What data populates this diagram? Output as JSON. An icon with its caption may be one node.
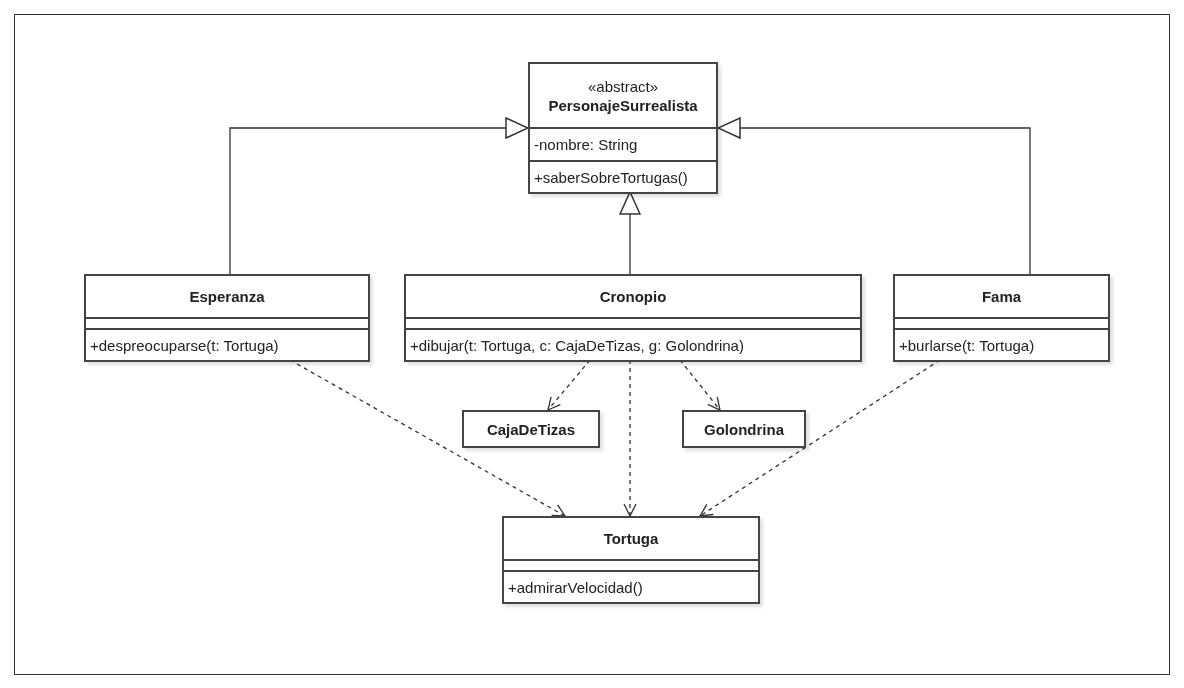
{
  "diagram": {
    "nodes": [
      {
        "text": [
          "«abstract»",
          "PersonajeSurrealista",
          "-nombre: String",
          "+saberSobreTortugas()"
        ]
      },
      {
        "text": [
          "Esperanza",
          "+despreocuparse(t: Tortuga)"
        ]
      },
      {
        "text": [
          "Cronopio",
          "+dibujar(t: Tortuga, c: CajaDeTizas, g: Golondrina)"
        ]
      },
      {
        "text": [
          "Fama",
          "+burlarse(t: Tortuga)"
        ]
      },
      {
        "text": [
          "CajaDeTizas"
        ]
      },
      {
        "text": [
          "Golondrina"
        ]
      },
      {
        "text": [
          "Tortuga",
          "+admirarVelocidad()"
        ]
      }
    ],
    "edges": [
      {
        "from": 1,
        "to": 0,
        "arrow": "to"
      },
      {
        "from": 2,
        "to": 0,
        "arrow": "to"
      },
      {
        "from": 3,
        "to": 0,
        "arrow": "to"
      },
      {
        "from": 2,
        "to": 4,
        "arrow": "to",
        "style": "dashed"
      },
      {
        "from": 2,
        "to": 5,
        "arrow": "to",
        "style": "dashed"
      },
      {
        "from": 2,
        "to": 6,
        "arrow": "to",
        "style": "dashed"
      },
      {
        "from": 1,
        "to": 6,
        "arrow": "to",
        "style": "dashed"
      },
      {
        "from": 3,
        "to": 6,
        "arrow": "to",
        "style": "dashed"
      }
    ]
  }
}
